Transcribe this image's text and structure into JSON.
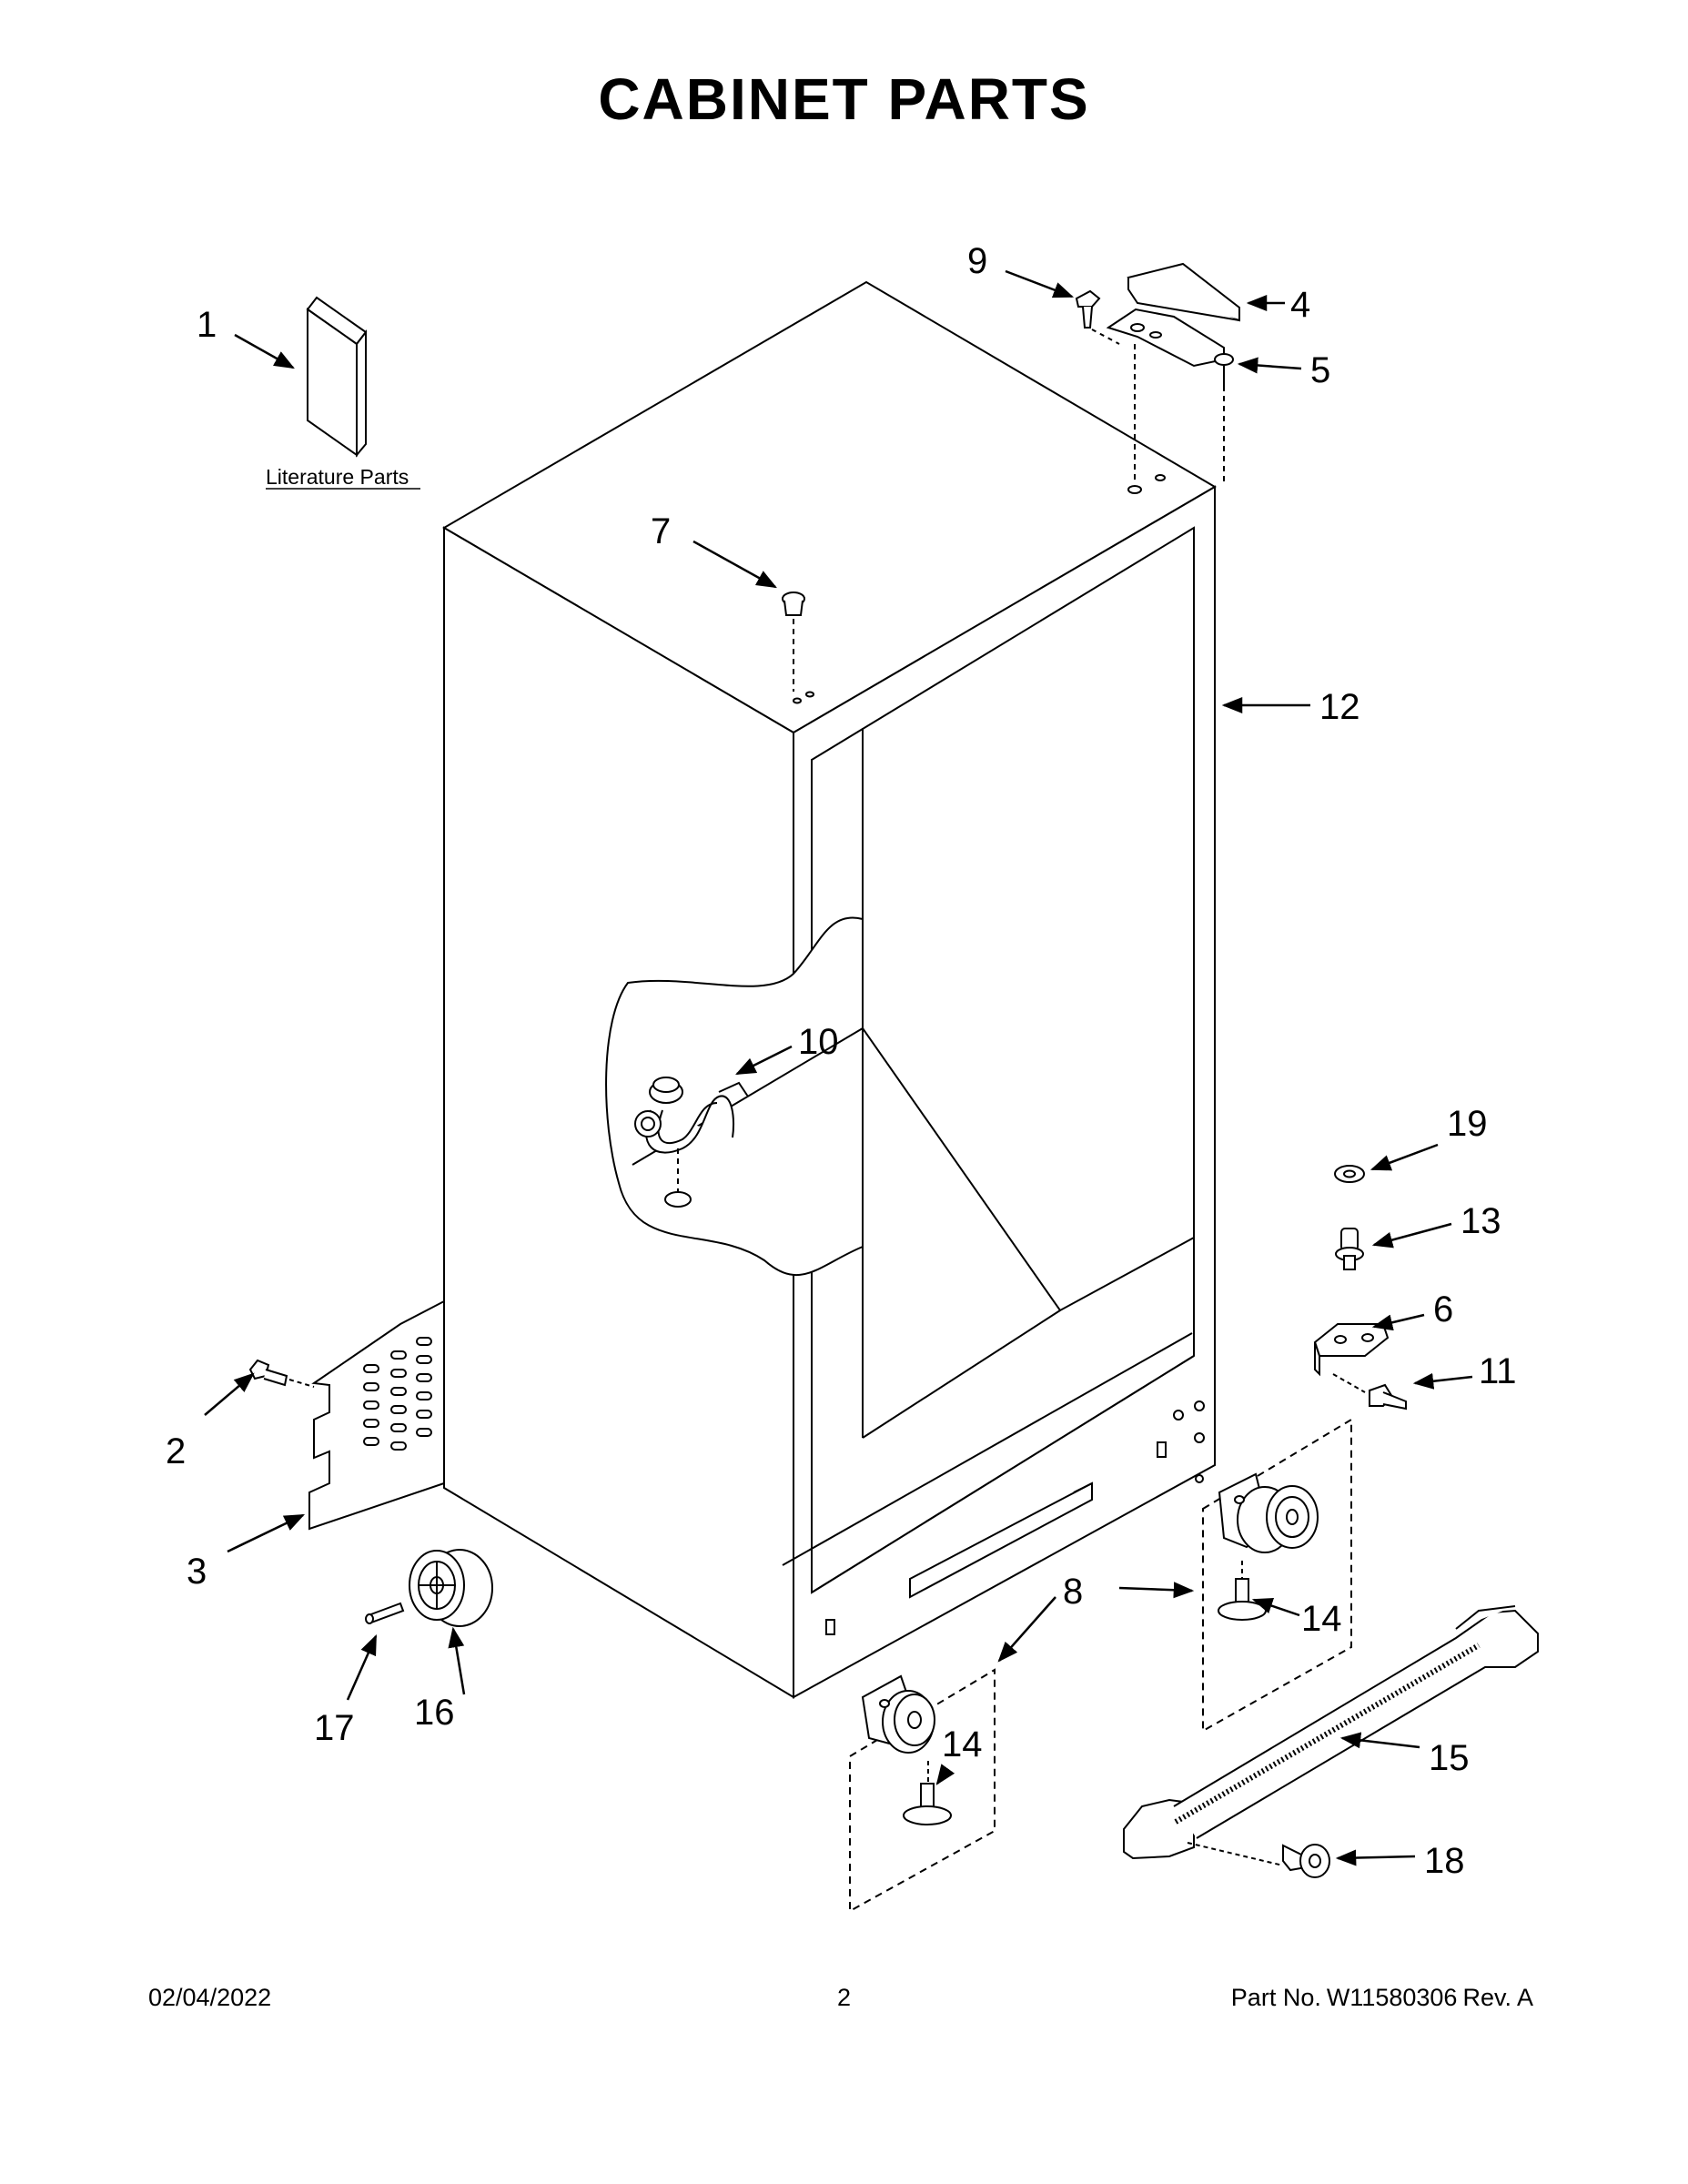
{
  "title": "CABINET PARTS",
  "literature_label": "Literature Parts",
  "callouts": {
    "c1": "1",
    "c2": "2",
    "c3": "3",
    "c4": "4",
    "c5": "5",
    "c6": "6",
    "c7": "7",
    "c8": "8",
    "c9": "9",
    "c10": "10",
    "c11": "11",
    "c12": "12",
    "c13": "13",
    "c14a": "14",
    "c14b": "14",
    "c15": "15",
    "c16": "16",
    "c17": "17",
    "c18": "18",
    "c19": "19"
  },
  "footer": {
    "date": "02/04/2022",
    "page": "2",
    "part_label": "Part No.",
    "part_number": "W11580306",
    "revision": "Rev. A"
  }
}
